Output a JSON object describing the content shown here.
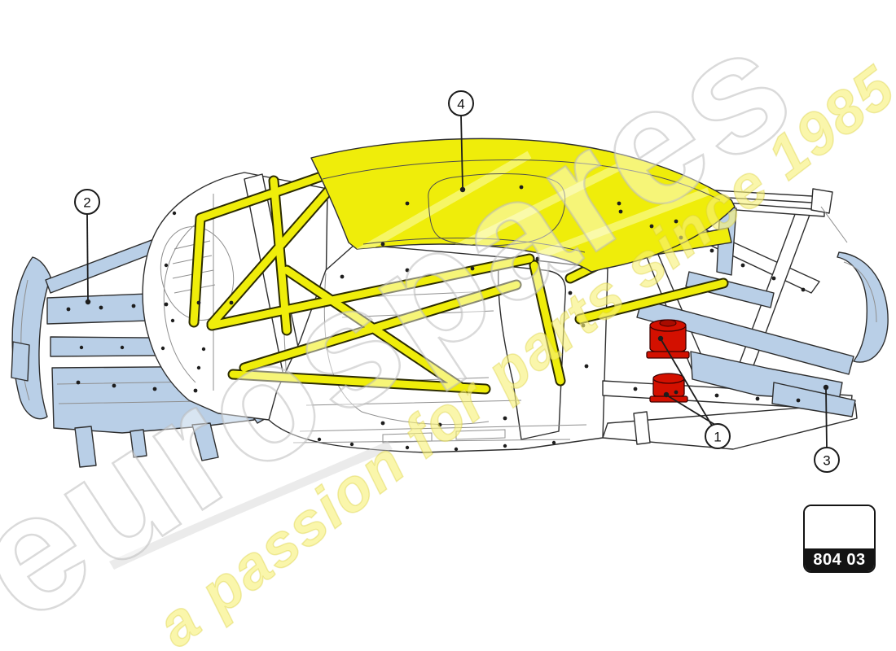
{
  "watermark": {
    "brand": "eurospares",
    "tagline": "a passion for parts since 1985",
    "brand_color": "#e9e9e9",
    "tagline_color": "#f3ee7d"
  },
  "callouts": [
    {
      "label": "1"
    },
    {
      "label": "2"
    },
    {
      "label": "3"
    },
    {
      "label": "4"
    }
  ],
  "part_box": {
    "code": "804 03"
  },
  "colors": {
    "background": "#ffffff",
    "cage_yellow": "#efed0a",
    "frame_blue": "#b9cfe7",
    "mount_red": "#d31000",
    "outline_dark": "#2e2e2e"
  }
}
